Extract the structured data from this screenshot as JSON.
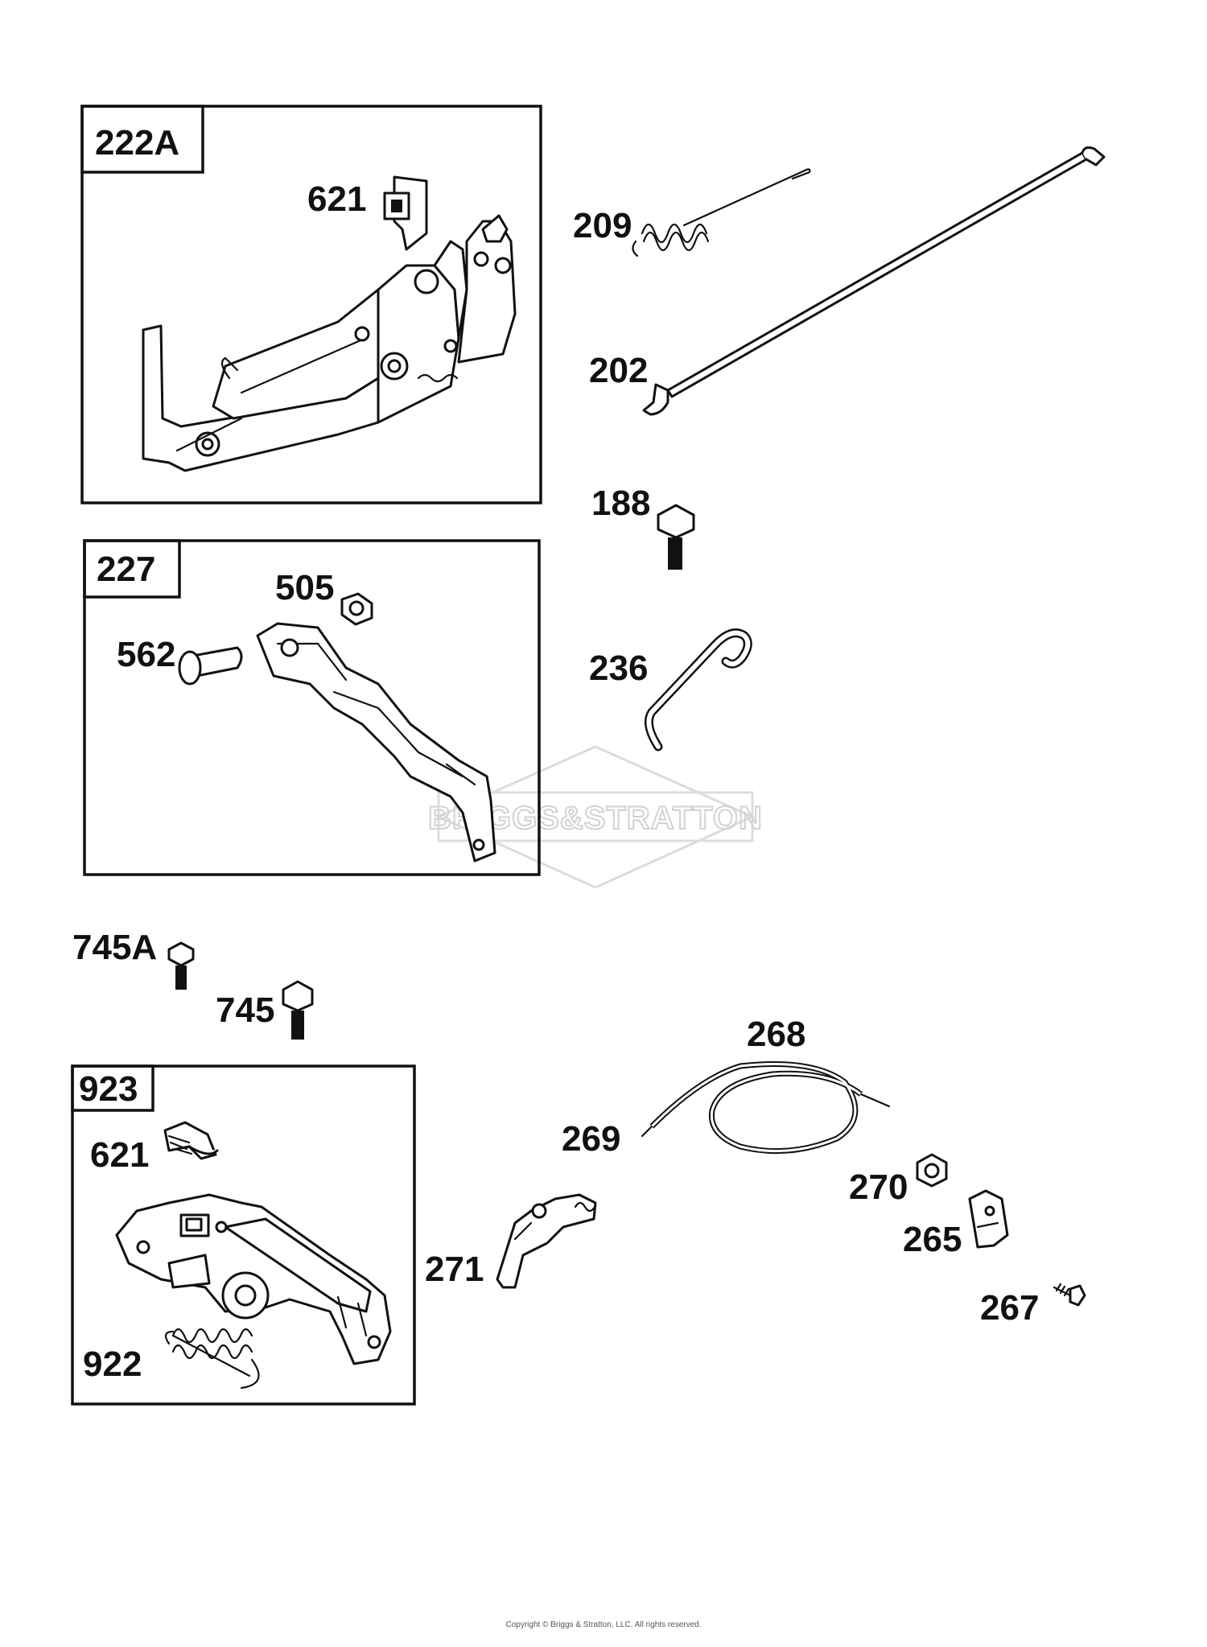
{
  "watermark": {
    "text": "BRIGGS&STRATTON"
  },
  "copyright": "Copyright © Briggs & Stratton, LLC. All rights reserved.",
  "group_boxes": [
    {
      "id": "222A",
      "label": "222A"
    },
    {
      "id": "227",
      "label": "227"
    },
    {
      "id": "923",
      "label": "923"
    }
  ],
  "callouts": {
    "c621a": "621",
    "c209": "209",
    "c202": "202",
    "c188": "188",
    "c505": "505",
    "c562": "562",
    "c236": "236",
    "c745a": "745A",
    "c745": "745",
    "c268": "268",
    "c269": "269",
    "c621b": "621",
    "c270": "270",
    "c265": "265",
    "c271": "271",
    "c267": "267",
    "c922": "922"
  }
}
